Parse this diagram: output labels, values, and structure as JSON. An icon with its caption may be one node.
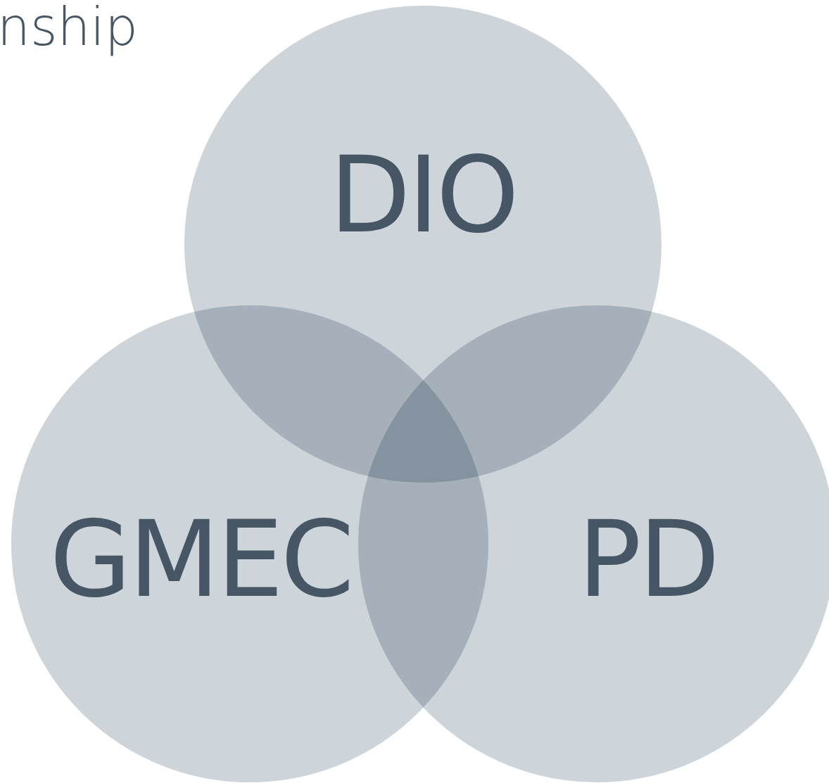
{
  "diagram": {
    "title": "nship",
    "nodes": [
      {
        "text": [
          "DIO"
        ]
      },
      {
        "text": [
          "GMEC"
        ]
      },
      {
        "text": [
          "PD"
        ]
      }
    ],
    "edges": []
  }
}
